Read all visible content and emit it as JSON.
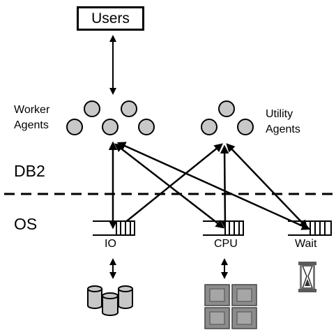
{
  "users": "Users",
  "worker_agents": [
    "Worker",
    "Agents"
  ],
  "utility_agents": [
    "Utility",
    "Agents"
  ],
  "db2": "DB2",
  "os": "OS",
  "queues": {
    "io": "IO",
    "cpu": "CPU",
    "wait": "Wait"
  },
  "icons": {
    "disks": "disk-stack-icon",
    "cpus": "cpu-chip-icon",
    "hourglass": "hourglass-icon"
  },
  "colors": {
    "agent_fill": "#c8c8c8",
    "stroke": "#000000",
    "chip_fill": "#8c8c8c"
  }
}
